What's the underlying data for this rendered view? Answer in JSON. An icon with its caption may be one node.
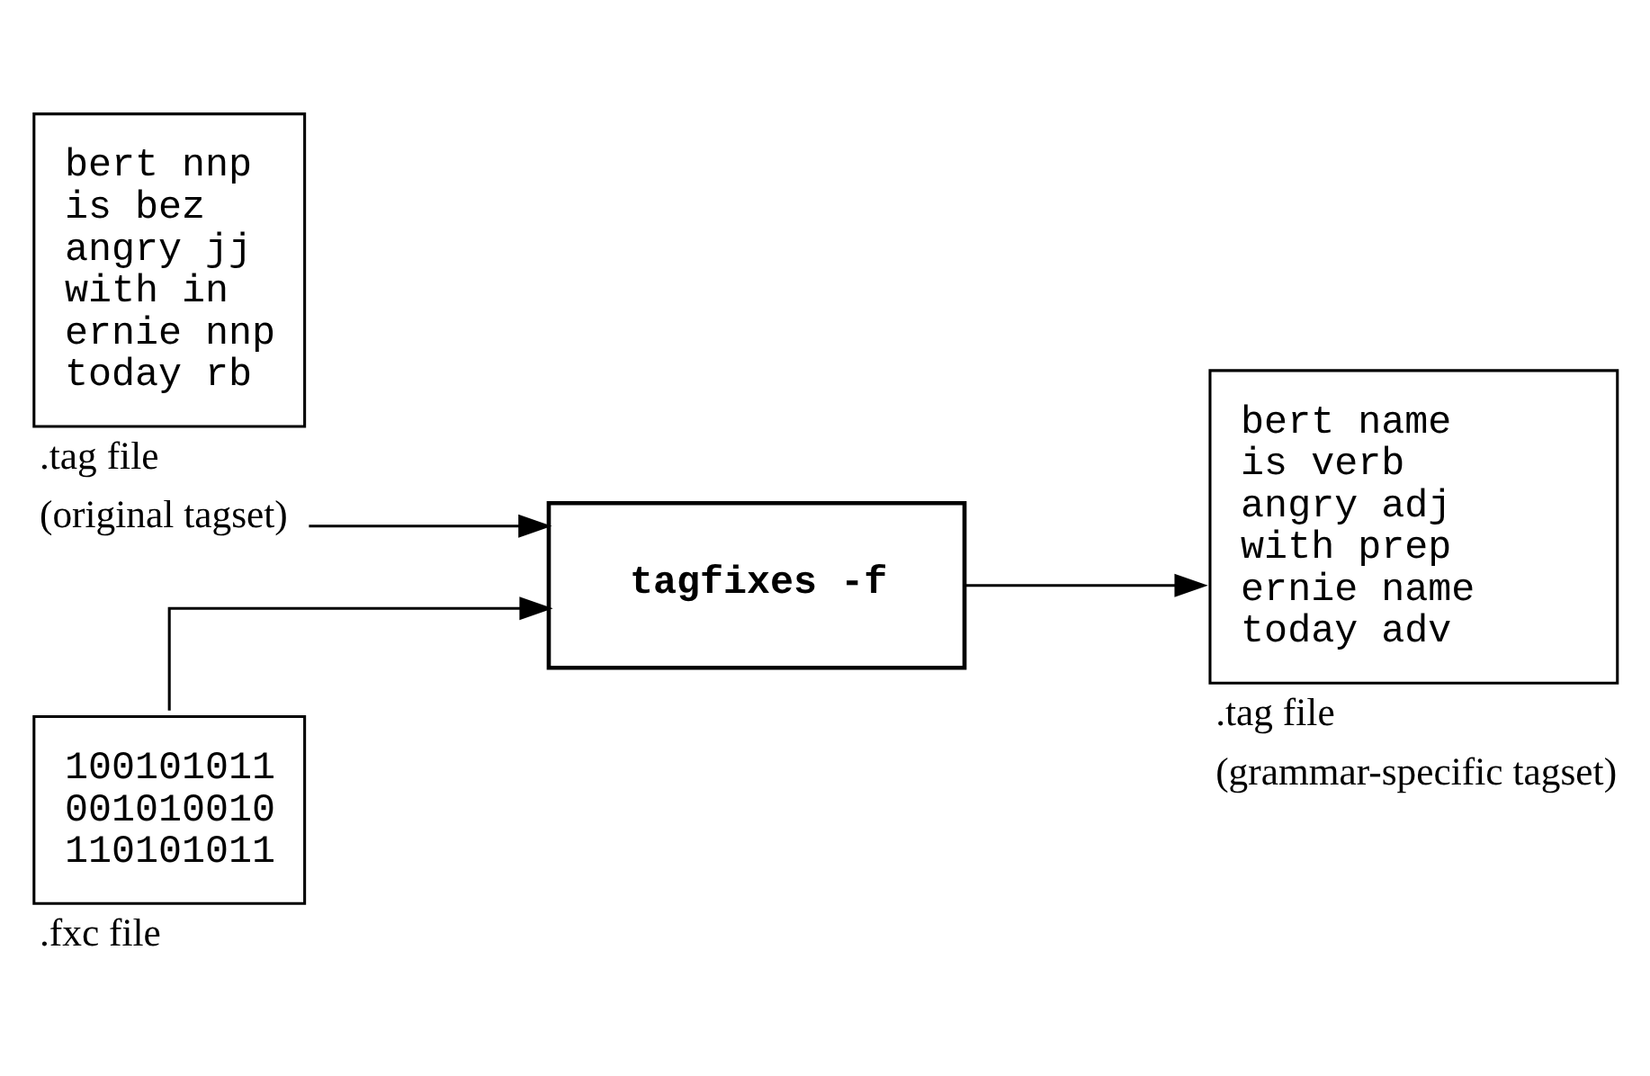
{
  "diagram": {
    "nodes": [
      {
        "text": [
          "bert nnp",
          "is bez",
          "angry jj",
          "with in",
          "ernie nnp",
          "today rb"
        ],
        "beside": [
          ".tag file",
          "(original tagset)"
        ]
      },
      {
        "text": [
          "100101011",
          "001010010",
          "110101011"
        ],
        "beside": [
          ".fxc file"
        ]
      },
      {
        "text": [
          "tagfixes -f"
        ]
      },
      {
        "text": [
          "bert name",
          "is verb",
          "angry adj",
          "with prep",
          "ernie name",
          "today adv"
        ],
        "beside": [
          ".tag file",
          "(grammar-specific tagset)"
        ]
      }
    ],
    "edges": [
      {
        "from": 0,
        "to": 2,
        "arrow": "to"
      },
      {
        "from": 1,
        "to": 2,
        "arrow": "to"
      },
      {
        "from": 2,
        "to": 3,
        "arrow": "to"
      }
    ]
  }
}
